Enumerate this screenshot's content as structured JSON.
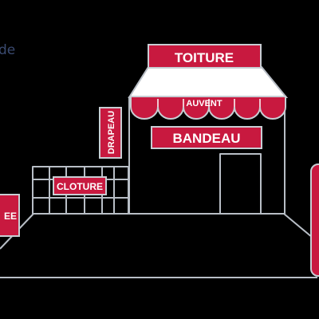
{
  "diagram": {
    "corner_fragment": "de",
    "labels": {
      "toiture": "TOITURE",
      "auvent": "AUVENT",
      "bandeau": "BANDEAU",
      "drapeau": "DRAPEAU",
      "cloture": "CLOTURE",
      "entree_fragment": "EE"
    }
  },
  "colors": {
    "background": "#000000",
    "sign_red": "#c8193f",
    "outline_grey": "#b8bec6",
    "awning_white": "#ffffff"
  }
}
